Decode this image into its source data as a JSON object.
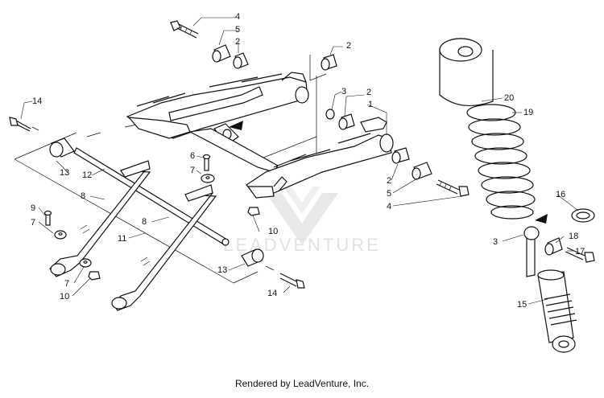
{
  "footer": {
    "text": "Rendered by LeadVenture, Inc."
  },
  "watermark": {
    "text": "LEADVENTURE"
  },
  "callouts": [
    {
      "id": "c4a",
      "label": "4"
    },
    {
      "id": "c5a",
      "label": "5"
    },
    {
      "id": "c2a",
      "label": "2"
    },
    {
      "id": "c2b",
      "label": "2"
    },
    {
      "id": "c3a",
      "label": "3"
    },
    {
      "id": "c2c",
      "label": "2"
    },
    {
      "id": "c1",
      "label": "1"
    },
    {
      "id": "c14a",
      "label": "14"
    },
    {
      "id": "c6",
      "label": "6"
    },
    {
      "id": "c7a",
      "label": "7"
    },
    {
      "id": "c13a",
      "label": "13"
    },
    {
      "id": "c12",
      "label": "12"
    },
    {
      "id": "c8a",
      "label": "8"
    },
    {
      "id": "c8b",
      "label": "8"
    },
    {
      "id": "c11",
      "label": "11"
    },
    {
      "id": "c9",
      "label": "9"
    },
    {
      "id": "c7b",
      "label": "7"
    },
    {
      "id": "c7c",
      "label": "7"
    },
    {
      "id": "c10a",
      "label": "10"
    },
    {
      "id": "c10b",
      "label": "10"
    },
    {
      "id": "c13b",
      "label": "13"
    },
    {
      "id": "c14b",
      "label": "14"
    },
    {
      "id": "c2d",
      "label": "2"
    },
    {
      "id": "c5b",
      "label": "5"
    },
    {
      "id": "c4b",
      "label": "4"
    },
    {
      "id": "c20",
      "label": "20"
    },
    {
      "id": "c19",
      "label": "19"
    },
    {
      "id": "c16",
      "label": "16"
    },
    {
      "id": "c3b",
      "label": "3"
    },
    {
      "id": "c18",
      "label": "18"
    },
    {
      "id": "c17",
      "label": "17"
    },
    {
      "id": "c15",
      "label": "15"
    }
  ]
}
